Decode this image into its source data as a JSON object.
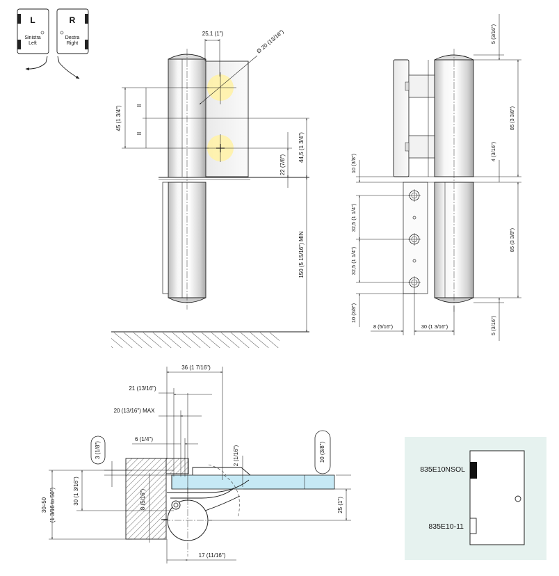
{
  "orientation": {
    "left": {
      "letter": "L",
      "label_it": "Sinistra",
      "label_en": "Left"
    },
    "right": {
      "letter": "R",
      "label_it": "Destra",
      "label_en": "Right"
    }
  },
  "colors": {
    "highlight": "#fff4b8",
    "glass": "#c6e9f5",
    "panel_bg": "#e6f2ef",
    "metal_light": "#f4f4f4",
    "metal_dark": "#bcbcbc"
  },
  "front_view": {
    "width_top": "25,1 (1\")",
    "diameter": "Ø 20 (13/16\")",
    "ii_top": "II",
    "ii_bottom": "II",
    "pitch_45": "45 (1 3/4\")",
    "offset_22": "22 (7/8\")",
    "height_44": "44,5 (1 3/4\")",
    "min_150": "150 (5 15/16\") MIN"
  },
  "side_view": {
    "top_5": "5 (3/16\")",
    "h85_top": "85 (3 3/8\")",
    "gap_4": "4 (3/16\")",
    "top_10": "10 (3/8\")",
    "pitch_a": "32,5 (1 1/4\")",
    "pitch_b": "32,5 (1 1/4\")",
    "h85_bottom": "85 (3 3/8\")",
    "bottom_10": "10 (3/8\")",
    "offset_8": "8 (5/16\")",
    "offset_30": "30 (1 3/16\")",
    "bottom_5": "5 (3/16\")"
  },
  "section_view": {
    "d36": "36 (1 7/16\")",
    "d21": "21 (13/16\")",
    "d20": "20 (13/16\") MAX",
    "d6": "6 (1/4\")",
    "d3": "3 (1/8\")",
    "d2": "2 (1/16\")",
    "d10": "10 (3/8\")",
    "d30": "30 (1 3/16\")",
    "range_1": "30÷50",
    "range_2": "(1 3/16 to 50\")",
    "d8": "8 (5/16\")",
    "d25": "25 (1\")",
    "d17": "17 (11/16\")"
  },
  "models": {
    "top": "835E10NSOL",
    "bottom": "835E10-11"
  }
}
